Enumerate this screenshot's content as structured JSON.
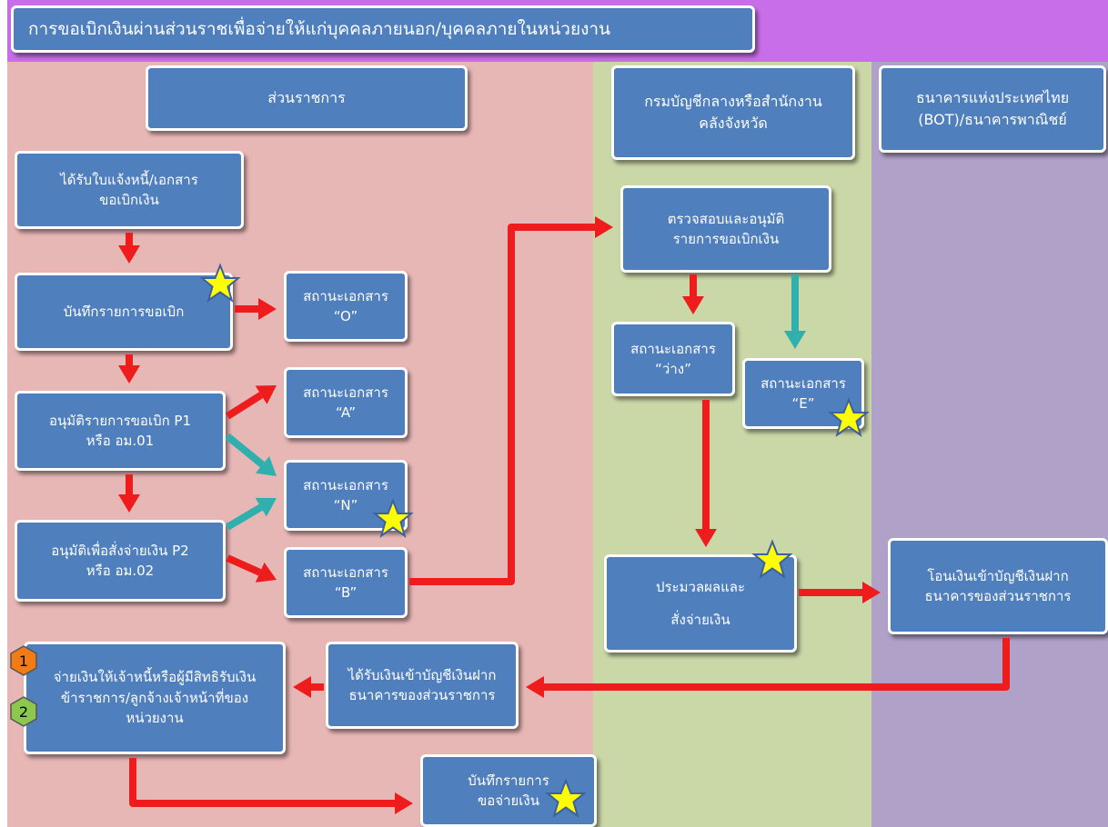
{
  "title": "การขอเบิกเงินผ่านส่วนราชเพื่อจ่ายให้แก่บุคคลภายนอก/บุคคลภายในหน่วยงาน",
  "lanes": {
    "gov": "ส่วนราชการ",
    "cgd_1": "กรมบัญชีกลางหรือสำนักงาน",
    "cgd_2": "คลังจังหวัด",
    "bank_1": "ธนาคารแห่งประเทศไทย",
    "bank_2": "(BOT)/ธนาคารพาณิชย์"
  },
  "nodes": {
    "receive_invoice": [
      "ได้รับใบแจ้งหนี้/เอกสาร",
      "ขอเบิกเงิน"
    ],
    "record_request": [
      "บันทึกรายการขอเบิก"
    ],
    "approve_p1": [
      "อนุมัติรายการขอเบิก P1",
      "หรือ อม.01"
    ],
    "approve_p2": [
      "อนุมัติเพื่อสั่งจ่ายเงิน P2",
      "หรือ อม.02"
    ],
    "status_o": [
      "สถานะเอกสาร",
      "“O”"
    ],
    "status_a": [
      "สถานะเอกสาร",
      "“A”"
    ],
    "status_n": [
      "สถานะเอกสาร",
      "“N”"
    ],
    "status_b": [
      "สถานะเอกสาร",
      "“B”"
    ],
    "verify_approve": [
      "ตรวจสอบและอนุมัติ",
      "รายการขอเบิกเงิน"
    ],
    "status_blank": [
      "สถานะเอกสาร",
      "“ว่าง”"
    ],
    "status_e": [
      "สถานะเอกสาร",
      "“E”"
    ],
    "process_pay": [
      "ประมวลผลและ",
      "สั่งจ่ายเงิน"
    ],
    "transfer_deposit": [
      "โอนเงินเข้าบัญชีเงินฝาก",
      "ธนาคารของส่วนราชการ"
    ],
    "receive_deposit": [
      "ได้รับเงินเข้าบัญชีเงินฝาก",
      "ธนาคารของส่วนราชการ"
    ],
    "pay_creditor": [
      "จ่ายเงินให้เจ้าหนี้หรือผู้มีสิทธิรับเงิน",
      "ข้าราชการ/ลูกจ้างเจ้าหน้าที่ของ",
      "หน่วยงาน"
    ],
    "record_payment": [
      "บันทึกรายการ",
      "ขอจ่ายเงิน"
    ]
  },
  "badges": [
    "1",
    "2"
  ],
  "colors": {
    "title_band": "#c86ee8",
    "gov_lane": "#e7b7b6",
    "cgd_lane": "#cad7a7",
    "bank_lane": "#afa1c8",
    "box": "#4f7fbd",
    "arrow_red": "#ee1c1c",
    "arrow_teal": "#2fb0ad",
    "star_fill": "#ffff00",
    "star_outline": "#3f5f9f",
    "badge_1": "#f07b17",
    "badge_2": "#8cc84b"
  },
  "icons": {
    "star": "star-icon",
    "badge": "hexagon-badge-icon",
    "arrow": "arrow-icon"
  }
}
